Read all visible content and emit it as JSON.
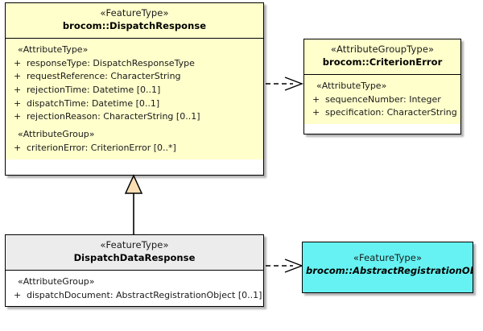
{
  "diagram": {
    "type": "uml-class-diagram",
    "background_color": "#ffffff",
    "colors": {
      "feature_type_fill": "#ffffcc",
      "attribute_group_type_fill": "#ffffcc",
      "abstract_type_fill": "#66f2f2",
      "local_class_header_fill": "#ececec",
      "local_class_body_fill": "#ffffff",
      "border": "#000000",
      "generalization_arrow_fill": "#fadfb4",
      "connector": "#000000"
    }
  },
  "classes": {
    "dispatch_response": {
      "stereotype": "«FeatureType»",
      "name": "brocom::DispatchResponse",
      "abstract": false,
      "compartments": [
        {
          "group_label": "«AttributeType»",
          "attributes": [
            {
              "visibility": "+",
              "text": "responseType: DispatchResponseType"
            },
            {
              "visibility": "+",
              "text": "requestReference: CharacterString"
            },
            {
              "visibility": "+",
              "text": "rejectionTime: Datetime [0..1]"
            },
            {
              "visibility": "+",
              "text": "dispatchTime: Datetime [0..1]"
            },
            {
              "visibility": "+",
              "text": "rejectionReason: CharacterString [0..1]"
            }
          ]
        },
        {
          "group_label": "«AttributeGroup»",
          "attributes": [
            {
              "visibility": "+",
              "text": "criterionError: CriterionError [0..*]"
            }
          ]
        }
      ]
    },
    "criterion_error": {
      "stereotype": "«AttributeGroupType»",
      "name": "brocom::CriterionError",
      "abstract": false,
      "compartments": [
        {
          "group_label": "«AttributeType»",
          "attributes": [
            {
              "visibility": "+",
              "text": "sequenceNumber: Integer"
            },
            {
              "visibility": "+",
              "text": "specification: CharacterString"
            }
          ]
        }
      ]
    },
    "dispatch_data_response": {
      "stereotype": "«FeatureType»",
      "name": "DispatchDataResponse",
      "abstract": false,
      "compartments": [
        {
          "group_label": "«AttributeGroup»",
          "attributes": [
            {
              "visibility": "+",
              "text": "dispatchDocument: AbstractRegistrationObject [0..1]"
            }
          ]
        }
      ]
    },
    "abstract_registration_object": {
      "stereotype": "«FeatureType»",
      "name": "brocom::AbstractRegistrationObject",
      "abstract": true,
      "compartments": []
    }
  },
  "relationships": [
    {
      "id": "dep-dispatchresponse-criterionerror",
      "kind": "dependency",
      "line_style": "dashed",
      "arrowhead": "open",
      "source": "brocom::DispatchResponse",
      "target": "brocom::CriterionError"
    },
    {
      "id": "gen-dispatchdataresponse-dispatchresponse",
      "kind": "generalization",
      "line_style": "solid",
      "arrowhead": "hollow-triangle",
      "source": "DispatchDataResponse",
      "target": "brocom::DispatchResponse"
    },
    {
      "id": "dep-dispatchdataresponse-abstractregistrationobject",
      "kind": "dependency",
      "line_style": "dashed",
      "arrowhead": "open",
      "source": "DispatchDataResponse",
      "target": "brocom::AbstractRegistrationObject"
    }
  ]
}
